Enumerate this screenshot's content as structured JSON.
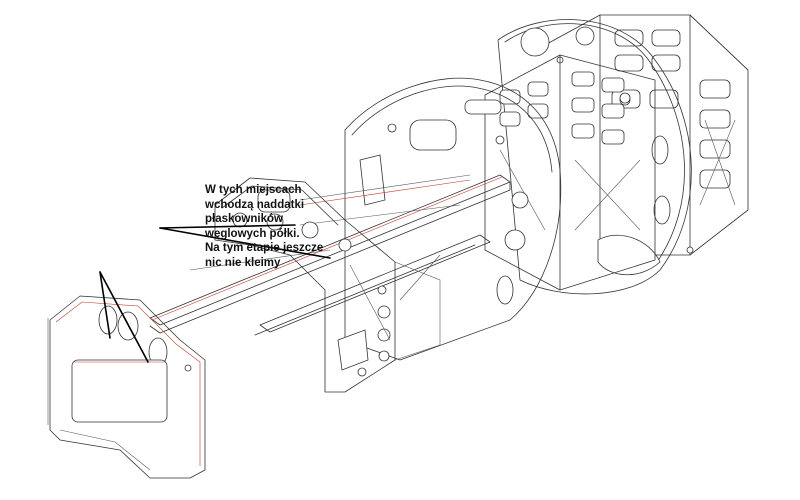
{
  "annotation": {
    "lines": [
      "W tych miejscach",
      "wchodzą naddatki",
      "płaskowników",
      "węglowych półki.",
      "Na tym etapie jeszcze",
      "nic nie kleimy"
    ]
  },
  "colors": {
    "line": "#333333",
    "accent_line": "#c0392b",
    "pointer": "#000000",
    "background": "#ffffff"
  }
}
